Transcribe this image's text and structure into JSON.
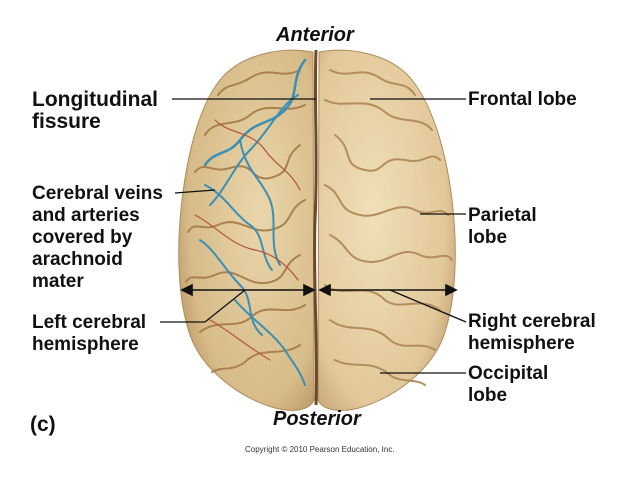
{
  "orientation": {
    "top": "Anterior",
    "bottom": "Posterior"
  },
  "labels": {
    "longitudinal_fissure": "Longitudinal\nfissure",
    "cerebral_veins": "Cerebral veins\nand arteries\ncovered by\narachnoid\nmater",
    "left_hemisphere": "Left cerebral\nhemisphere",
    "frontal_lobe": "Frontal lobe",
    "parietal_lobe": "Parietal\nlobe",
    "right_hemisphere": "Right cerebral\nhemisphere",
    "occipital_lobe": "Occipital\nlobe"
  },
  "panel_letter": "(c)",
  "copyright": "Copyright © 2010 Pearson Education, Inc.",
  "colors": {
    "brain_tissue": "#e6cfa2",
    "brain_shadow": "#c9a97a",
    "left_hemisphere_tint": "#d9c08f",
    "vessel_blue": "#3b8fb5",
    "vessel_red": "#b5533c",
    "leader_line": "#111111"
  }
}
